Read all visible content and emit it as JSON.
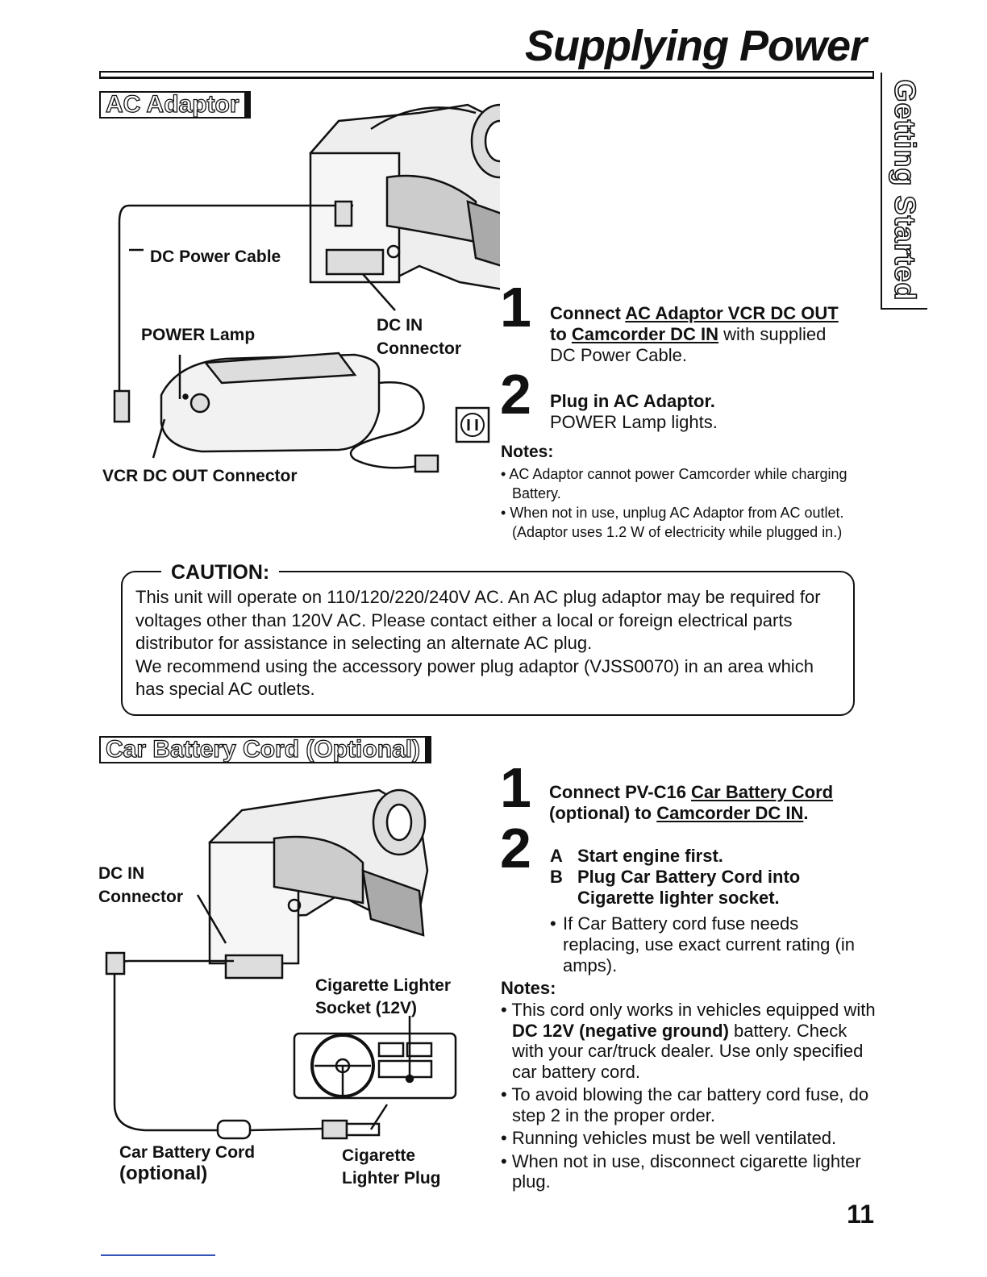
{
  "title": "Supplying Power",
  "side_tab": "Getting Started",
  "ac_section": {
    "heading": "AC Adaptor",
    "labels": {
      "dc_power_cable": "DC Power Cable",
      "power_lamp": "POWER Lamp",
      "dc_in_1": "DC IN",
      "dc_in_2": "Connector",
      "vcr_dc_out": "VCR DC OUT Connector"
    },
    "steps": [
      {
        "num": "1",
        "pre": "Connect ",
        "u1": "AC Adaptor VCR DC OUT",
        "mid": "to ",
        "u2": "Camcorder DC IN",
        "post": " with supplied",
        "line3": "DC Power Cable."
      },
      {
        "num": "2",
        "bold": "Plug in AC Adaptor.",
        "text": "POWER Lamp lights."
      }
    ],
    "notes_heading": "Notes:",
    "notes": [
      "AC Adaptor cannot power Camcorder while charging Battery.",
      "When not in use, unplug AC Adaptor from AC outlet. (Adaptor uses 1.2 W of electricity while plugged in.)"
    ]
  },
  "caution": {
    "heading": "CAUTION:",
    "text": "This unit will operate on 110/120/220/240V AC. An AC plug adaptor may be required for voltages other than 120V AC. Please contact either a local or foreign electrical parts distributor for assistance in selecting an alternate AC plug.",
    "text2": "We recommend using the accessory power plug adaptor (VJSS0070) in an area which has special AC outlets."
  },
  "car_section": {
    "heading": "Car Battery Cord (Optional)",
    "labels": {
      "dc_in_1": "DC IN",
      "dc_in_2": "Connector",
      "socket_1": "Cigarette Lighter",
      "socket_2": "Socket (12V)",
      "cord_1": "Car Battery Cord",
      "cord_2": "(optional)",
      "plug_1": "Cigarette",
      "plug_2": "Lighter Plug"
    },
    "step1": {
      "num": "1",
      "pre": "Connect PV-C16 ",
      "u1": "Car Battery Cord",
      "mid": "(optional) to ",
      "u2": "Camcorder DC IN",
      "post": "."
    },
    "step2": {
      "num": "2",
      "a_letter": "A",
      "a_text": "Start engine first.",
      "b_letter": "B",
      "b_text": "Plug Car Battery Cord into Cigarette lighter socket.",
      "bullet": "If Car Battery cord fuse needs replacing, use exact current rating (in amps)."
    },
    "notes_heading": "Notes:",
    "note1_pre": "This cord only works in vehicles equipped with ",
    "note1_bold": "DC 12V (negative ground)",
    "note1_post": " battery. Check with your car/truck dealer. Use only specified car battery cord.",
    "notes": [
      "To avoid blowing the car battery cord fuse, do step 2 in the proper order.",
      "Running vehicles must be well ventilated.",
      "When not in use, disconnect cigarette lighter plug."
    ]
  },
  "page_number": "11"
}
